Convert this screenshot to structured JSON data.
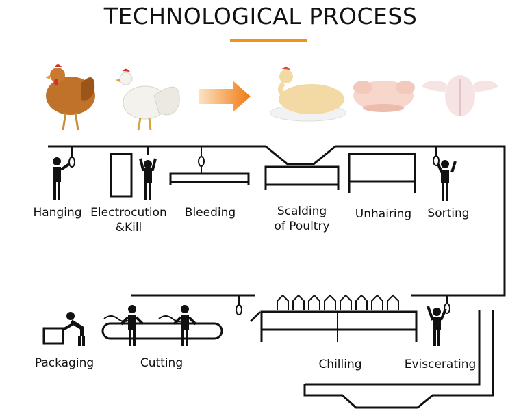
{
  "title": "TECHNOLOGICAL PROCESS",
  "colors": {
    "accent": "#f0931a",
    "line": "#111111"
  },
  "stages_top": [
    {
      "label": "Hanging"
    },
    {
      "label": "Electrocution",
      "label2": "&Kill"
    },
    {
      "label": "Bleeding"
    },
    {
      "label": "Scalding",
      "label2": "of Poultry"
    },
    {
      "label": "Unhairing"
    },
    {
      "label": "Sorting"
    }
  ],
  "stages_bottom": [
    {
      "label": "Packaging"
    },
    {
      "label": "Cutting"
    },
    {
      "label": "Chilling"
    },
    {
      "label": "Eviscerating"
    }
  ]
}
